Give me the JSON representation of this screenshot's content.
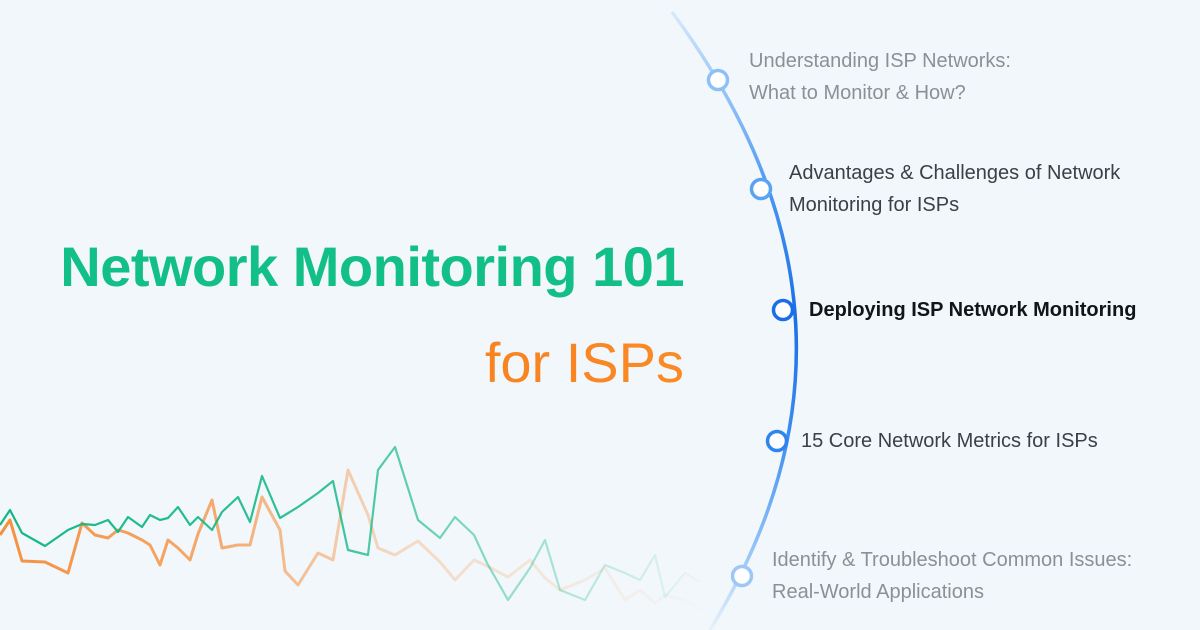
{
  "title": {
    "line1": "Network Monitoring 101",
    "line2": "for ISPs"
  },
  "colors": {
    "background": "#f2f7fb",
    "title_green": "#12bf86",
    "title_orange": "#f37114",
    "timeline_blue": "#1a73e8",
    "timeline_light_blue": "#8ec0f7",
    "chart_green": "#12b886",
    "chart_orange": "#f4913f"
  },
  "timeline": {
    "items": [
      {
        "lines": [
          "Understanding ISP Networks:",
          "What to Monitor & How?"
        ],
        "state": "faded"
      },
      {
        "lines": [
          "Advantages & Challenges of Network",
          "Monitoring for ISPs"
        ],
        "state": "mid"
      },
      {
        "lines": [
          "Deploying ISP Network Monitoring"
        ],
        "state": "active"
      },
      {
        "lines": [
          "15 Core Network Metrics for ISPs"
        ],
        "state": "mid"
      },
      {
        "lines": [
          "Identify & Troubleshoot Common Issues:",
          "Real-World Applications"
        ],
        "state": "faded"
      }
    ]
  },
  "chart_data": {
    "type": "line",
    "title": "",
    "xlabel": "",
    "ylabel": "",
    "grid": false,
    "legend": "none",
    "note": "Decorative sparkline background, fading out to the right; values are pixel y-positions (lower = higher value)",
    "x": [
      0,
      10,
      22,
      45,
      68,
      82,
      95,
      108,
      118,
      128,
      142,
      150,
      160,
      168,
      178,
      190,
      198,
      212,
      222,
      238,
      250,
      262,
      280,
      285,
      298,
      318,
      333,
      348,
      368,
      378,
      395,
      418,
      440,
      455,
      474,
      487,
      508,
      530,
      545,
      560,
      585,
      605,
      625,
      640,
      655,
      665,
      685,
      700
    ],
    "series": [
      {
        "name": "green",
        "values": [
          525,
          510,
          533,
          546,
          530,
          524,
          525,
          520,
          532,
          517,
          527,
          515,
          520,
          518,
          507,
          525,
          517,
          530,
          512,
          497,
          522,
          476,
          518,
          515,
          507,
          493,
          481,
          550,
          555,
          470,
          447,
          520,
          538,
          517,
          535,
          563,
          600,
          568,
          540,
          590,
          600,
          565,
          573,
          580,
          555,
          597,
          573,
          582
        ]
      },
      {
        "name": "orange",
        "values": [
          535,
          520,
          561,
          562,
          573,
          523,
          535,
          538,
          530,
          533,
          540,
          545,
          565,
          540,
          548,
          560,
          534,
          500,
          548,
          545,
          545,
          497,
          530,
          571,
          585,
          553,
          560,
          470,
          515,
          548,
          555,
          541,
          562,
          580,
          560,
          566,
          577,
          560,
          578,
          590,
          580,
          568,
          600,
          590,
          603,
          595,
          600,
          610
        ]
      }
    ]
  }
}
